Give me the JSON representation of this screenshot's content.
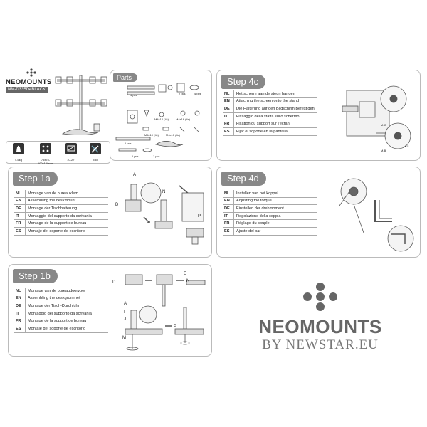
{
  "brand": {
    "name": "NEOMOUNTS",
    "model": "NM-D335D4BLACK"
  },
  "icons": [
    {
      "icon": "weight-icon",
      "label": "4-6kg"
    },
    {
      "icon": "vesa-icon",
      "label": "75x75-100x100mm"
    },
    {
      "icon": "screen-size-icon",
      "label": "10-27\""
    },
    {
      "icon": "tool-icon",
      "label": "Tool"
    }
  ],
  "parts": {
    "title": "Parts",
    "labels": [
      "4 pcs",
      "2 pcs",
      "2 pcs",
      "4 pcs",
      "1 pcs",
      "M4x12 (4x)",
      "M4x12 (4x)",
      "M4x16 (4x)",
      "1 pcs",
      "M4x10 (4x)",
      "M4x10 (4x)",
      "M4x16 (4x)",
      "1 pcs",
      "1 pcs",
      "1 pcs",
      "1 pcs",
      "1 pcs"
    ]
  },
  "step1a": {
    "title": "Step 1a",
    "rows": [
      {
        "code": "NL",
        "text": "Montage van de bureauklem"
      },
      {
        "code": "EN",
        "text": "Assembling the deskmount"
      },
      {
        "code": "DE",
        "text": "Montage der Tischhalterung"
      },
      {
        "code": "IT",
        "text": "Montaggio del supporto da scrivania"
      },
      {
        "code": "FR",
        "text": "Montage de la support de bureau"
      },
      {
        "code": "ES",
        "text": "Montaje del soporte de escritorio"
      }
    ],
    "letters": [
      "A",
      "N",
      "D",
      "P"
    ]
  },
  "step1b": {
    "title": "Step 1b",
    "rows": [
      {
        "code": "NL",
        "text": "Montage van de bureaudoorvoer"
      },
      {
        "code": "EN",
        "text": "Assembling the deskgrommet"
      },
      {
        "code": "DE",
        "text": "Montage der Tisch-Durchfuhr"
      },
      {
        "code": "IT",
        "text": "Montaggio del supporto da scrivania"
      },
      {
        "code": "FR",
        "text": "Montage de la support de bureau"
      },
      {
        "code": "ES",
        "text": "Montaje del soporte de escritorio"
      }
    ],
    "letters": [
      "D",
      "E",
      "N",
      "A",
      "I",
      "J",
      "P",
      "M"
    ]
  },
  "step4c": {
    "title": "Step 4c",
    "rows": [
      {
        "code": "NL",
        "text": "Het scherm aan de steun hangen"
      },
      {
        "code": "EN",
        "text": "Attaching the screen onto the stand"
      },
      {
        "code": "DE",
        "text": "Die Halterung auf den Bildschirm Befestigen"
      },
      {
        "code": "IT",
        "text": "Fissaggio della staffa sullo schermo"
      },
      {
        "code": "FR",
        "text": "Fixation du support sur l'écran"
      },
      {
        "code": "ES",
        "text": "Fijar el soporte en la pantalla"
      }
    ],
    "letters": [
      "M-C",
      "M-C",
      "M-B"
    ]
  },
  "step4d": {
    "title": "Step 4d",
    "rows": [
      {
        "code": "NL",
        "text": "Instellen van het koppel"
      },
      {
        "code": "EN",
        "text": "Adjusting the torque"
      },
      {
        "code": "DE",
        "text": "Einstellen der drehmoment"
      },
      {
        "code": "IT",
        "text": "Regolazione della coppia"
      },
      {
        "code": "FR",
        "text": "Réglage du couple"
      },
      {
        "code": "ES",
        "text": "Ajuste del par"
      }
    ]
  },
  "footer_logo": {
    "name": "NEOMOUNTS",
    "tagline": "BY NEWSTAR.EU"
  }
}
